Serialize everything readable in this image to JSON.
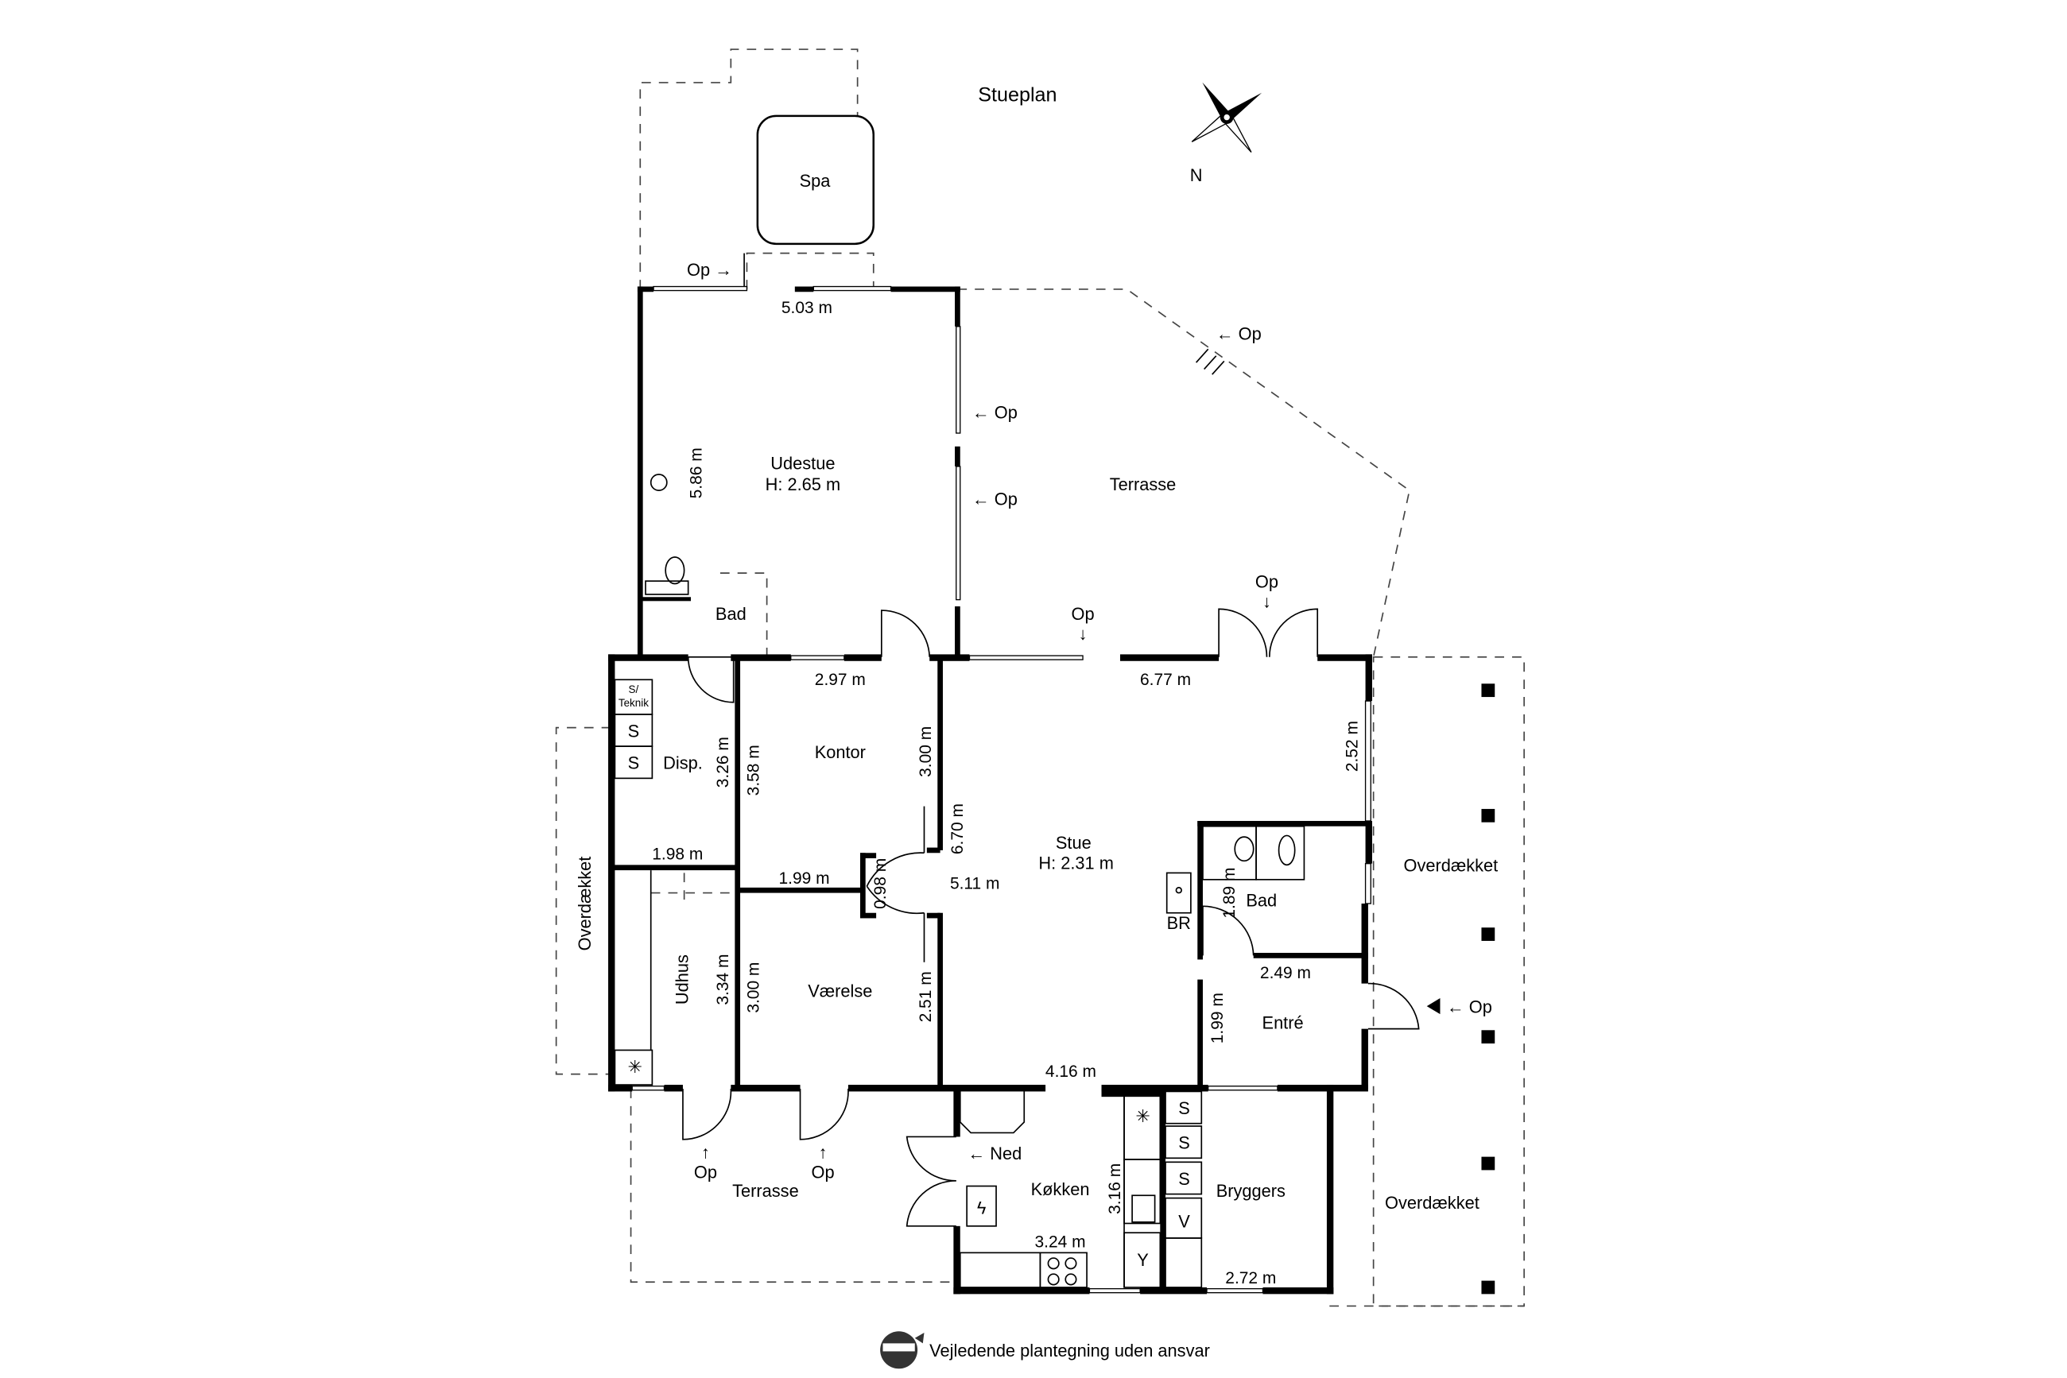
{
  "title": "Stueplan",
  "compass_label": "N",
  "disclaimer": "Vejledende plantegning uden ansvar",
  "rooms": {
    "spa": "Spa",
    "udestue": "Udestue",
    "udestue_height": "H: 2.65 m",
    "bad_top": "Bad",
    "terrasse_top": "Terrasse",
    "disp": "Disp.",
    "teknik": "S/",
    "teknik2": "Teknik",
    "kontor": "Kontor",
    "stue": "Stue",
    "stue_height": "H: 2.31 m",
    "br": "BR",
    "bad": "Bad",
    "overdaekket_right": "Overdækket",
    "overdaekket_left": "Overdækket",
    "overdaekket_bottom": "Overdækket",
    "udhus": "Udhus",
    "vaerelse": "Værelse",
    "entre": "Entré",
    "terrasse_bottom": "Terrasse",
    "koekken": "Køkken",
    "bryggers": "Bryggers"
  },
  "cabinets": {
    "s": "S",
    "v": "V"
  },
  "stairs": {
    "op": "Op",
    "op_arrow_right": "Op →",
    "op_arrow_left": "← Op",
    "op_up": "↑",
    "op_down": "↓",
    "ned": "← Ned"
  },
  "dimensions": {
    "udestue_w": "5.03 m",
    "udestue_h": "5.86 m",
    "kontor_w": "2.97 m",
    "stue_w": "6.77 m",
    "stue_r": "2.52 m",
    "disp_h": "3.26 m",
    "kontor_h": "3.58 m",
    "kontor_h2": "3.00 m",
    "disp_w": "1.98 m",
    "hall_w": "1.99 m",
    "hall_h": "0.98 m",
    "stue_h": "6.70 m",
    "stue_mid": "5.11 m",
    "bad_h": "1.89 m",
    "entre_w": "2.49 m",
    "entre_h": "1.99 m",
    "udhus_h": "3.34 m",
    "vaerelse_h": "3.00 m",
    "vaerelse_h2": "2.51 m",
    "stue_bottom": "4.16 m",
    "koekken_w": "3.24 m",
    "koekken_h": "3.16 m",
    "bryggers_w": "2.72 m"
  }
}
